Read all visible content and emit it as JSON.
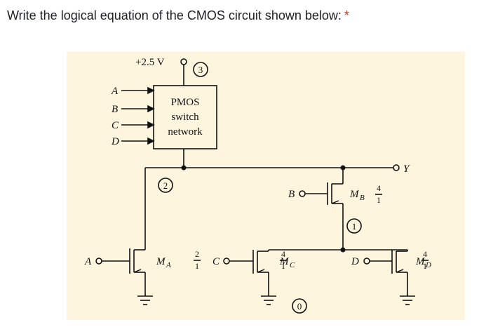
{
  "question": {
    "text": "Write the logical equation of the CMOS circuit shown below:",
    "required_mark": "*"
  },
  "figure": {
    "supply_label": "+2.5 V",
    "node_labels": [
      "3",
      "2",
      "1",
      "0"
    ],
    "block_lines": [
      "PMOS",
      "switch",
      "network"
    ],
    "inputs": [
      "A",
      "B",
      "C",
      "D"
    ],
    "output_label": "Y",
    "transistors": [
      {
        "gate": "B",
        "name": "M",
        "sub": "B",
        "ratio_top": "4",
        "ratio_bottom": "1"
      },
      {
        "gate": "A",
        "name": "M",
        "sub": "A",
        "ratio_top": "2",
        "ratio_bottom": "1"
      },
      {
        "gate": "C",
        "name": "M",
        "sub": "C",
        "ratio_top": "4",
        "ratio_bottom": "1"
      },
      {
        "gate": "D",
        "name": "M",
        "sub": "D",
        "ratio_top": "4",
        "ratio_bottom": "1"
      }
    ]
  }
}
